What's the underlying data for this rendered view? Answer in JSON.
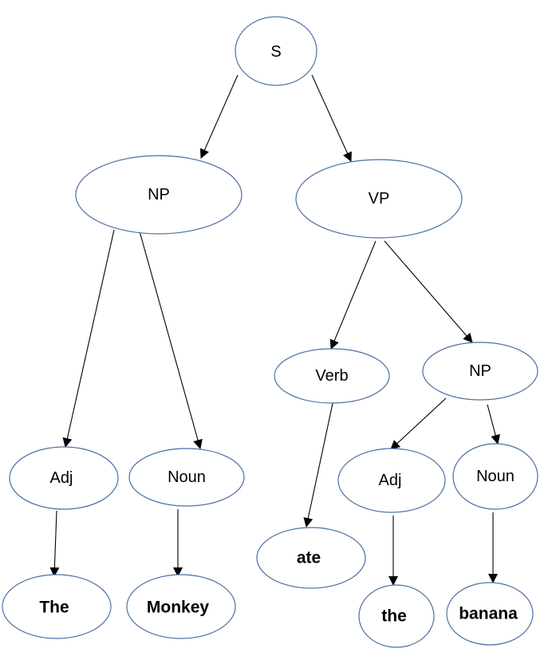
{
  "tree": {
    "root": "S",
    "np_subject": "NP",
    "vp": "VP",
    "adj_subject": "Adj",
    "noun_subject": "Noun",
    "verb": "Verb",
    "np_object": "NP",
    "adj_object": "Adj",
    "noun_object": "Noun",
    "word_the_cap": "The",
    "word_monkey": "Monkey",
    "word_ate": "ate",
    "word_the": "the",
    "word_banana": "banana"
  },
  "colors": {
    "node_stroke": "#4a6fa5",
    "arrow": "#000000"
  }
}
